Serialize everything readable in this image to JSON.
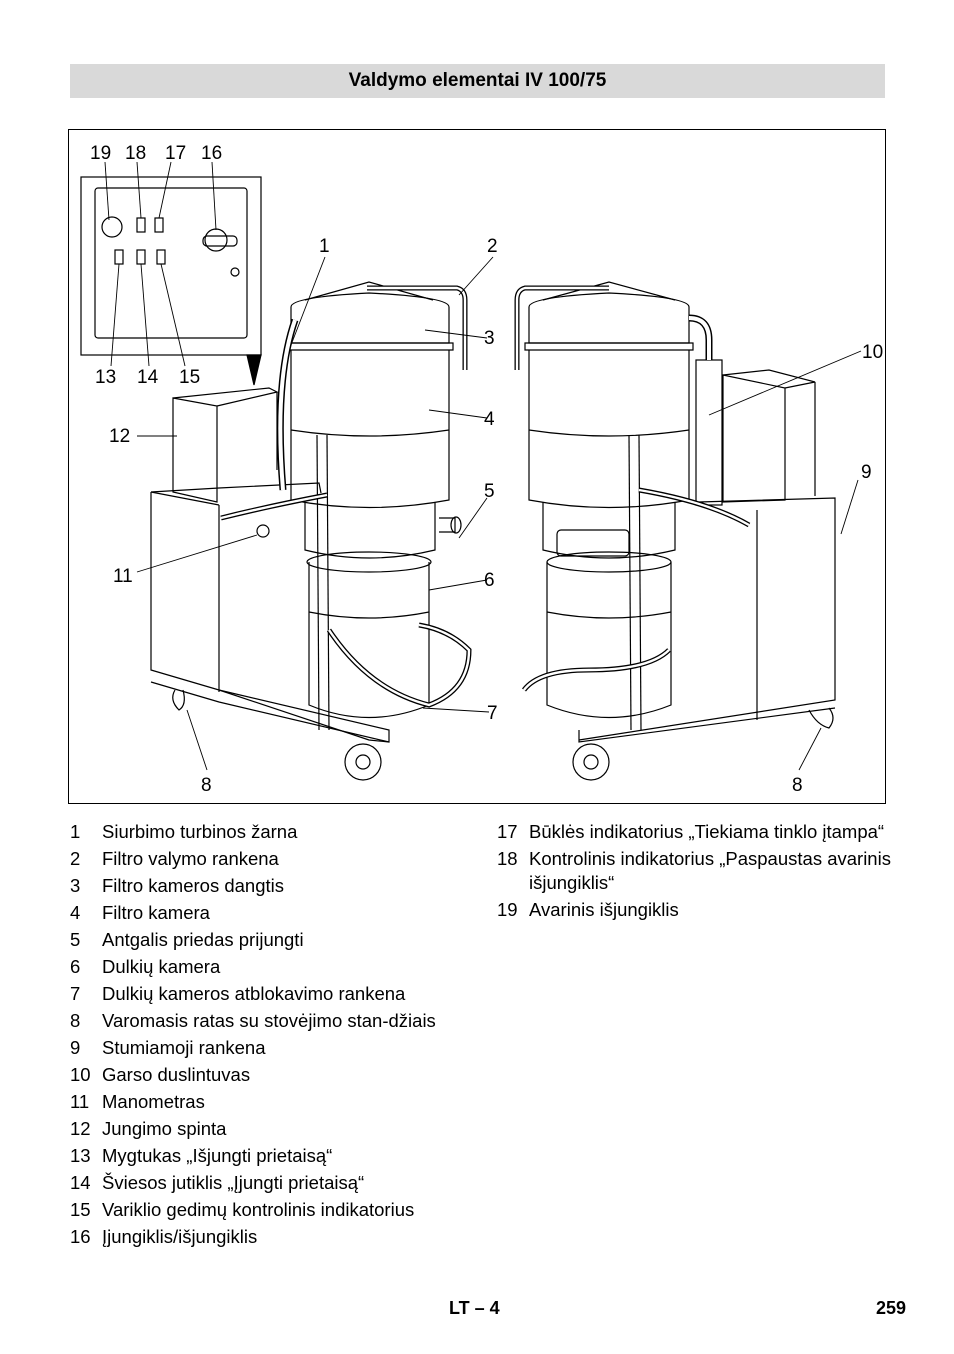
{
  "header": {
    "title": "Valdymo elementai IV  100/75"
  },
  "figure": {
    "callouts": {
      "c1": "1",
      "c2": "2",
      "c3": "3",
      "c4": "4",
      "c5": "5",
      "c6": "6",
      "c7": "7",
      "c8a": "8",
      "c8b": "8",
      "c9": "9",
      "c10": "10",
      "c11": "11",
      "c12": "12",
      "c13": "13",
      "c14": "14",
      "c15": "15",
      "c16": "16",
      "c17": "17",
      "c18": "18",
      "c19": "19"
    }
  },
  "legend": {
    "left": [
      {
        "num": "1",
        "text": "Siurbimo turbinos žarna"
      },
      {
        "num": "2",
        "text": "Filtro valymo rankena"
      },
      {
        "num": "3",
        "text": "Filtro kameros dangtis"
      },
      {
        "num": "4",
        "text": "Filtro kamera"
      },
      {
        "num": "5",
        "text": "Antgalis priedas prijungti"
      },
      {
        "num": "6",
        "text": "Dulkių kamera"
      },
      {
        "num": "7",
        "text": "Dulkių kameros atblokavimo rankena"
      },
      {
        "num": "8",
        "text": "Varomasis ratas su stovėjimo stan-džiais"
      },
      {
        "num": "9",
        "text": "Stumiamoji rankena"
      },
      {
        "num": "10",
        "text": "Garso duslintuvas"
      },
      {
        "num": "11",
        "text": "Manometras"
      },
      {
        "num": "12",
        "text": "Jungimo spinta"
      },
      {
        "num": "13",
        "text": "Mygtukas „Išjungti prietaisą“"
      },
      {
        "num": "14",
        "text": "Šviesos jutiklis „Įjungti prietaisą“"
      },
      {
        "num": "15",
        "text": "Variklio gedimų kontrolinis indikatorius"
      },
      {
        "num": "16",
        "text": "Įjungiklis/išjungiklis"
      }
    ],
    "right": [
      {
        "num": "17",
        "text": "Būklės indikatorius „Tiekiama tinklo įtampa“"
      },
      {
        "num": "18",
        "text": "Kontrolinis indikatorius „Paspaustas avarinis išjungiklis“"
      },
      {
        "num": "19",
        "text": "Avarinis išjungiklis"
      }
    ]
  },
  "footer": {
    "lang": "LT",
    "page_ref": "– 4",
    "page_number": "259"
  }
}
